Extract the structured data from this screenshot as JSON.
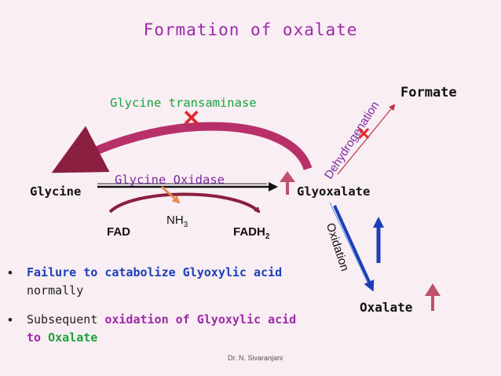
{
  "title": "Formation of oxalate",
  "nodes": {
    "glycine": "Glycine",
    "glyoxalate": "Glyoxalate",
    "formate": "Formate",
    "oxalate": "Oxalate"
  },
  "enzymes": {
    "transaminase": "Glycine transaminase",
    "oxidase": "Glycine Oxidase"
  },
  "cofactors": {
    "fad": "FAD",
    "nh3": "NH",
    "nh3_sub": "3",
    "fadh2": "FADH",
    "fadh2_sub": "2"
  },
  "processes": {
    "dehydrogenation": "Dehydrogenation",
    "oxidation": "Oxidation"
  },
  "bullets": [
    {
      "part1": "Failure to catabolize Glyoxylic acid",
      "part2": "normally"
    },
    {
      "part1": "Subsequent ",
      "part2": "oxidation of Glyoxylic acid",
      "part3": "to ",
      "part4": "Oxalate"
    }
  ],
  "footer": "Dr. N. Sivaranjani",
  "colors": {
    "background": "#f8eef3",
    "title": "#9c2aa8",
    "transaminase": "#1aa33a",
    "oxidase_arrow": "#8b1f3f",
    "inhibit_cross": "#e02828",
    "increase_arrow": "#c0506b",
    "oxidation_arrow": "#1c3fb8",
    "nh3_arrow": "#e88a50"
  },
  "icons": [
    "blocked-cross-icon",
    "increase-arrow-icon",
    "oxidation-arrow-icon"
  ]
}
